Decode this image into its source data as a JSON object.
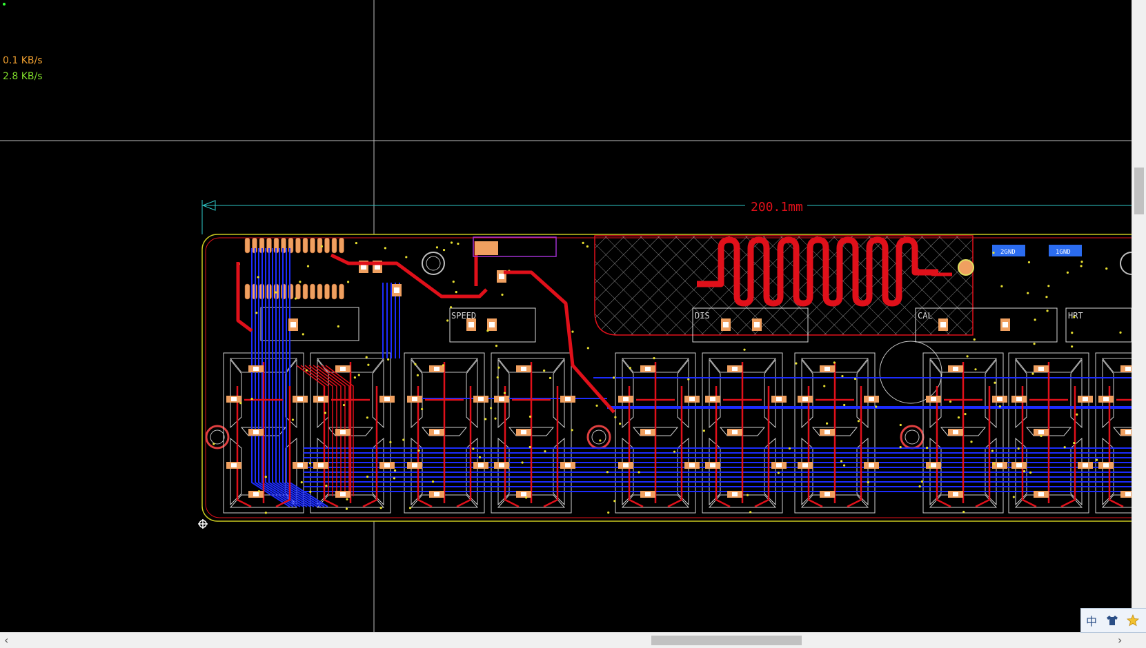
{
  "status": {
    "upload_rate": "0.1 KB/s",
    "download_rate": "2.8 KB/s"
  },
  "board": {
    "dimension_label": "200.1mm",
    "labels": {
      "speed": "SPEED",
      "dis": "DIS",
      "cal": "CAL",
      "hrt": "HRT",
      "gnd_pad": "2GND",
      "pad_right": "1GND"
    }
  },
  "ime": {
    "lang": "中",
    "mode": "shirt-icon",
    "star": "star-icon"
  },
  "colors": {
    "top_copper": "#e0101a",
    "bottom_copper": "#1c2cff",
    "pad": "#f0a060",
    "silkscreen": "#d8d8d8",
    "outline": "#d0d020",
    "dimension": "#2ec8c8",
    "crosshair": "#bfbfbf"
  }
}
